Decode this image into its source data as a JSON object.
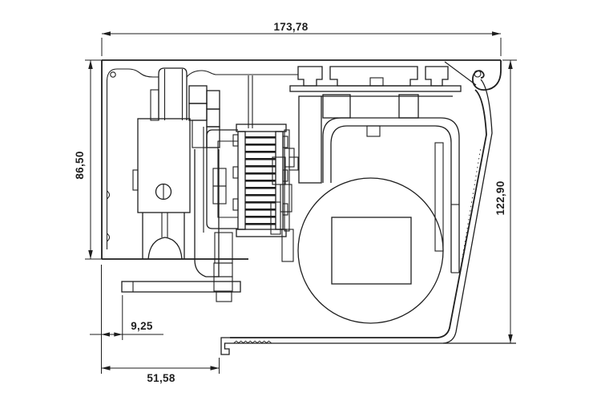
{
  "page": {
    "background": "#ffffff"
  },
  "drawing": {
    "type": "technical-section-drawing",
    "line_color": "#1e1e1e",
    "dimensions": {
      "top_width": "173,78",
      "left_height": "86,50",
      "right_height": "122,90",
      "foot_offset": "9,25",
      "bottom_width": "51,58"
    }
  }
}
